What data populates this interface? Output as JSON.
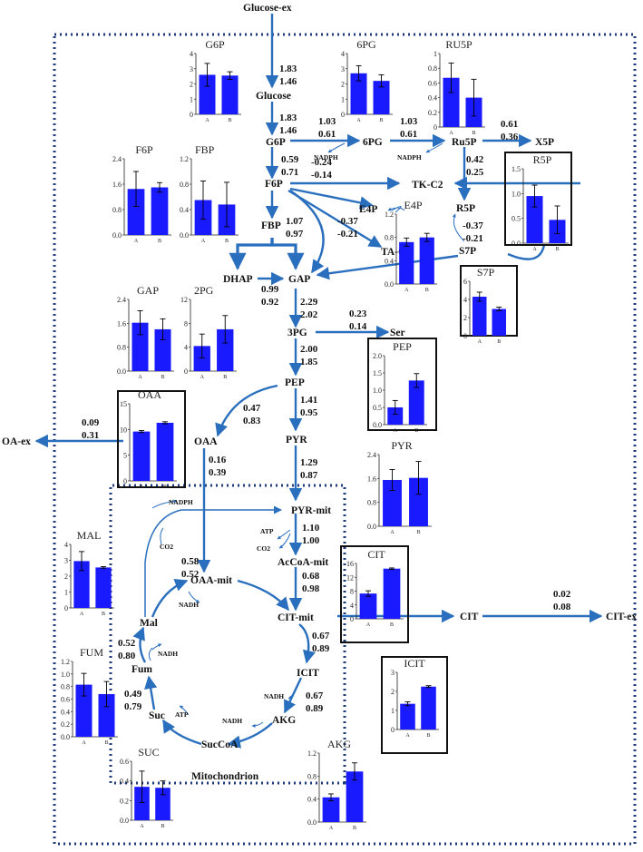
{
  "compartments": {
    "mitochondrion_label": "Mitochondrion"
  },
  "metabolites": {
    "glucose_ex": "Glucose-ex",
    "glucose": "Glucose",
    "g6p": "G6P",
    "pg6": "6PG",
    "ru5p": "Ru5P",
    "x5p": "X5P",
    "f6p": "F6P",
    "tkc2": "TK-C2",
    "e4p": "E4P",
    "r5p": "R5P",
    "s7p": "S7P",
    "tac3": "TA-C3",
    "fbp": "FBP",
    "dhap": "DHAP",
    "gap": "GAP",
    "pg3": "3PG",
    "ser": "Ser",
    "pep": "PEP",
    "oaa": "OAA",
    "oa_ex": "OA-ex",
    "pyr": "PYR",
    "pyr_mit": "PYR-mit",
    "accoa_mit": "AcCoA-mit",
    "oaa_mit": "OAA-mit",
    "cit_mit": "CIT-mit",
    "cit": "CIT",
    "cit_ex": "CIT-ex",
    "icit": "ICIT",
    "akg": "AKG",
    "succoa": "SucCoA",
    "suc": "Suc",
    "fum": "Fum",
    "mal": "Mal"
  },
  "cofactors": {
    "nadph": "NADPH",
    "nadh": "NADH",
    "atp": "ATP",
    "co2": "CO2"
  },
  "fluxes": [
    {
      "id": "f1",
      "a": "1.83",
      "b": "1.46"
    },
    {
      "id": "f2",
      "a": "1.83",
      "b": "1.46"
    },
    {
      "id": "f3",
      "a": "1.03",
      "b": "0.61"
    },
    {
      "id": "f4",
      "a": "1.03",
      "b": "0.61"
    },
    {
      "id": "f5",
      "a": "0.61",
      "b": "0.36"
    },
    {
      "id": "f6",
      "a": "0.59",
      "b": "0.71"
    },
    {
      "id": "f7",
      "a": "-0.24",
      "b": "-0.14"
    },
    {
      "id": "f8",
      "a": "0.42",
      "b": "0.25"
    },
    {
      "id": "f9",
      "a": "-0.37",
      "b": "-0.21"
    },
    {
      "id": "f10",
      "a": "-0.37",
      "b": "-0.21"
    },
    {
      "id": "f11",
      "a": "1.07",
      "b": "0.97"
    },
    {
      "id": "f12",
      "a": "0.99",
      "b": "0.92"
    },
    {
      "id": "f13",
      "a": "2.29",
      "b": "2.02"
    },
    {
      "id": "f14",
      "a": "0.23",
      "b": "0.14"
    },
    {
      "id": "f15",
      "a": "2.00",
      "b": "1.85"
    },
    {
      "id": "f16",
      "a": "0.47",
      "b": "0.83"
    },
    {
      "id": "f17",
      "a": "1.41",
      "b": "0.95"
    },
    {
      "id": "f18",
      "a": "0.09",
      "b": "0.31"
    },
    {
      "id": "f19",
      "a": "0.16",
      "b": "0.39"
    },
    {
      "id": "f20",
      "a": "1.29",
      "b": "0.87"
    },
    {
      "id": "f21",
      "a": "1.10",
      "b": "1.00"
    },
    {
      "id": "f22",
      "a": "0.52",
      "b": "0.58"
    },
    {
      "id": "f23",
      "a": "0.68",
      "b": "0.98"
    },
    {
      "id": "f24",
      "a": "0.02",
      "b": "0.08"
    },
    {
      "id": "f25",
      "a": "0.67",
      "b": "0.89"
    },
    {
      "id": "f26",
      "a": "0.52",
      "b": "0.80"
    },
    {
      "id": "f27",
      "a": "0.67",
      "b": "0.89"
    },
    {
      "id": "f28",
      "a": "0.49",
      "b": "0.79"
    }
  ],
  "bar_color": "#1a1aff",
  "line_color": "#2a6fbe",
  "chart_data": [
    {
      "id": "G6P",
      "type": "bar",
      "title": "G6P",
      "categories": [
        "A",
        "B"
      ],
      "values": [
        2.6,
        2.55
      ],
      "errors": [
        0.75,
        0.25
      ],
      "ylim": [
        0,
        4
      ],
      "yticks": [
        "0",
        "1",
        "2",
        "3",
        "4"
      ],
      "boxed": false
    },
    {
      "id": "6PG",
      "type": "bar",
      "title": "6PG",
      "categories": [
        "A",
        "B"
      ],
      "values": [
        2.7,
        2.2
      ],
      "errors": [
        0.5,
        0.4
      ],
      "ylim": [
        0,
        4
      ],
      "yticks": [
        "0",
        "1",
        "2",
        "3",
        "4"
      ],
      "boxed": false
    },
    {
      "id": "RU5P",
      "type": "bar",
      "title": "RU5P",
      "categories": [
        "A",
        "B"
      ],
      "values": [
        0.67,
        0.4
      ],
      "errors": [
        0.2,
        0.25
      ],
      "ylim": [
        0,
        1
      ],
      "yticks": [
        "0",
        "0.2",
        "0.4",
        "0.6",
        "0.8",
        "1"
      ],
      "boxed": false
    },
    {
      "id": "F6P",
      "type": "bar",
      "title": "F6P",
      "categories": [
        "A",
        "B"
      ],
      "values": [
        1.45,
        1.5
      ],
      "errors": [
        0.55,
        0.15
      ],
      "ylim": [
        0,
        2.4
      ],
      "yticks": [
        "0.0",
        "0.8",
        "1.6",
        "2.4"
      ],
      "boxed": false
    },
    {
      "id": "FBP",
      "type": "bar",
      "title": "FBP",
      "categories": [
        "A",
        "B"
      ],
      "values": [
        0.55,
        0.48
      ],
      "errors": [
        0.3,
        0.35
      ],
      "ylim": [
        0,
        1.2
      ],
      "yticks": [
        "0.0",
        "0.4",
        "0.8",
        "1.2"
      ],
      "boxed": false
    },
    {
      "id": "R5P",
      "type": "bar",
      "title": "R5P",
      "categories": [
        "A",
        "B"
      ],
      "values": [
        0.95,
        0.47
      ],
      "errors": [
        0.22,
        0.28
      ],
      "ylim": [
        0,
        1.5
      ],
      "yticks": [
        "0.0",
        "0.5",
        "1.0",
        "1.5"
      ],
      "boxed": true
    },
    {
      "id": "E4P",
      "type": "bar",
      "title": "E4P",
      "categories": [
        "A",
        "B"
      ],
      "values": [
        0.72,
        0.8
      ],
      "errors": [
        0.07,
        0.07
      ],
      "ylim": [
        0,
        1.2
      ],
      "yticks": [
        "0.0",
        "0.4",
        "0.8",
        "1.2"
      ],
      "boxed": false
    },
    {
      "id": "S7P",
      "type": "bar",
      "title": "S7P",
      "categories": [
        "A",
        "B"
      ],
      "values": [
        4.3,
        2.95
      ],
      "errors": [
        0.5,
        0.2
      ],
      "ylim": [
        0,
        6
      ],
      "yticks": [
        "0",
        "2",
        "4",
        "6"
      ],
      "boxed": true
    },
    {
      "id": "GAP",
      "type": "bar",
      "title": "GAP",
      "categories": [
        "A",
        "B"
      ],
      "values": [
        1.62,
        1.4
      ],
      "errors": [
        0.4,
        0.35
      ],
      "ylim": [
        0,
        2.4
      ],
      "yticks": [
        "0.0",
        "0.8",
        "1.6",
        "2.4"
      ],
      "boxed": false
    },
    {
      "id": "2PG",
      "type": "bar",
      "title": "2PG",
      "categories": [
        "A",
        "B"
      ],
      "values": [
        4.2,
        7.0
      ],
      "errors": [
        2.0,
        2.3
      ],
      "ylim": [
        0,
        12
      ],
      "yticks": [
        "0",
        "4",
        "8",
        "12"
      ],
      "boxed": false
    },
    {
      "id": "PEP",
      "type": "bar",
      "title": "PEP",
      "categories": [
        "A",
        "B"
      ],
      "values": [
        0.5,
        1.28
      ],
      "errors": [
        0.2,
        0.2
      ],
      "ylim": [
        0,
        2
      ],
      "yticks": [
        "0.0",
        "0.5",
        "1.0",
        "1.5",
        "2.0"
      ],
      "boxed": true
    },
    {
      "id": "OAA",
      "type": "bar",
      "title": "OAA",
      "categories": [
        "A",
        "B"
      ],
      "values": [
        9.6,
        11.3
      ],
      "errors": [
        0.2,
        0.2
      ],
      "ylim": [
        0,
        15
      ],
      "yticks": [
        "0",
        "5",
        "10",
        "15"
      ],
      "boxed": true
    },
    {
      "id": "PYR",
      "type": "bar",
      "title": "PYR",
      "categories": [
        "A",
        "B"
      ],
      "values": [
        1.55,
        1.62
      ],
      "errors": [
        0.35,
        0.55
      ],
      "ylim": [
        0,
        2.4
      ],
      "yticks": [
        "0.0",
        "0.8",
        "1.6",
        "2.4"
      ],
      "boxed": false
    },
    {
      "id": "MAL",
      "type": "bar",
      "title": "MAL",
      "categories": [
        "A",
        "B"
      ],
      "values": [
        2.95,
        2.55
      ],
      "errors": [
        0.6,
        0.05
      ],
      "ylim": [
        0,
        4
      ],
      "yticks": [
        "0",
        "1",
        "2",
        "3",
        "4"
      ],
      "boxed": false
    },
    {
      "id": "CIT",
      "type": "bar",
      "title": "CIT",
      "categories": [
        "A",
        "B"
      ],
      "values": [
        7.3,
        14.5
      ],
      "errors": [
        0.8,
        0.2
      ],
      "ylim": [
        0,
        16
      ],
      "yticks": [
        "0",
        "4",
        "8",
        "12",
        "16"
      ],
      "boxed": true
    },
    {
      "id": "FUM",
      "type": "bar",
      "title": "FUM",
      "categories": [
        "A",
        "B"
      ],
      "values": [
        0.83,
        0.68
      ],
      "errors": [
        0.18,
        0.2
      ],
      "ylim": [
        0,
        1.2
      ],
      "yticks": [
        "0.0",
        "0.2",
        "0.4",
        "0.6",
        "0.8",
        "1.0",
        "1.2"
      ],
      "boxed": false
    },
    {
      "id": "ICIT",
      "type": "bar",
      "title": "ICIT",
      "categories": [
        "A",
        "B"
      ],
      "values": [
        1.35,
        2.25
      ],
      "errors": [
        0.1,
        0.05
      ],
      "ylim": [
        0,
        3
      ],
      "yticks": [
        "0",
        "1",
        "2",
        "3"
      ],
      "boxed": true
    },
    {
      "id": "SUC",
      "type": "bar",
      "title": "SUC",
      "categories": [
        "A",
        "B"
      ],
      "values": [
        0.34,
        0.33
      ],
      "errors": [
        0.16,
        0.07
      ],
      "ylim": [
        0,
        0.6
      ],
      "yticks": [
        "0.0",
        "0.2",
        "0.4",
        "0.6"
      ],
      "boxed": false
    },
    {
      "id": "AKG",
      "type": "bar",
      "title": "AKG",
      "categories": [
        "A",
        "B"
      ],
      "values": [
        0.43,
        0.88
      ],
      "errors": [
        0.06,
        0.15
      ],
      "ylim": [
        0,
        1.2
      ],
      "yticks": [
        "0.0",
        "0.4",
        "0.8",
        "1.2"
      ],
      "boxed": false
    }
  ]
}
